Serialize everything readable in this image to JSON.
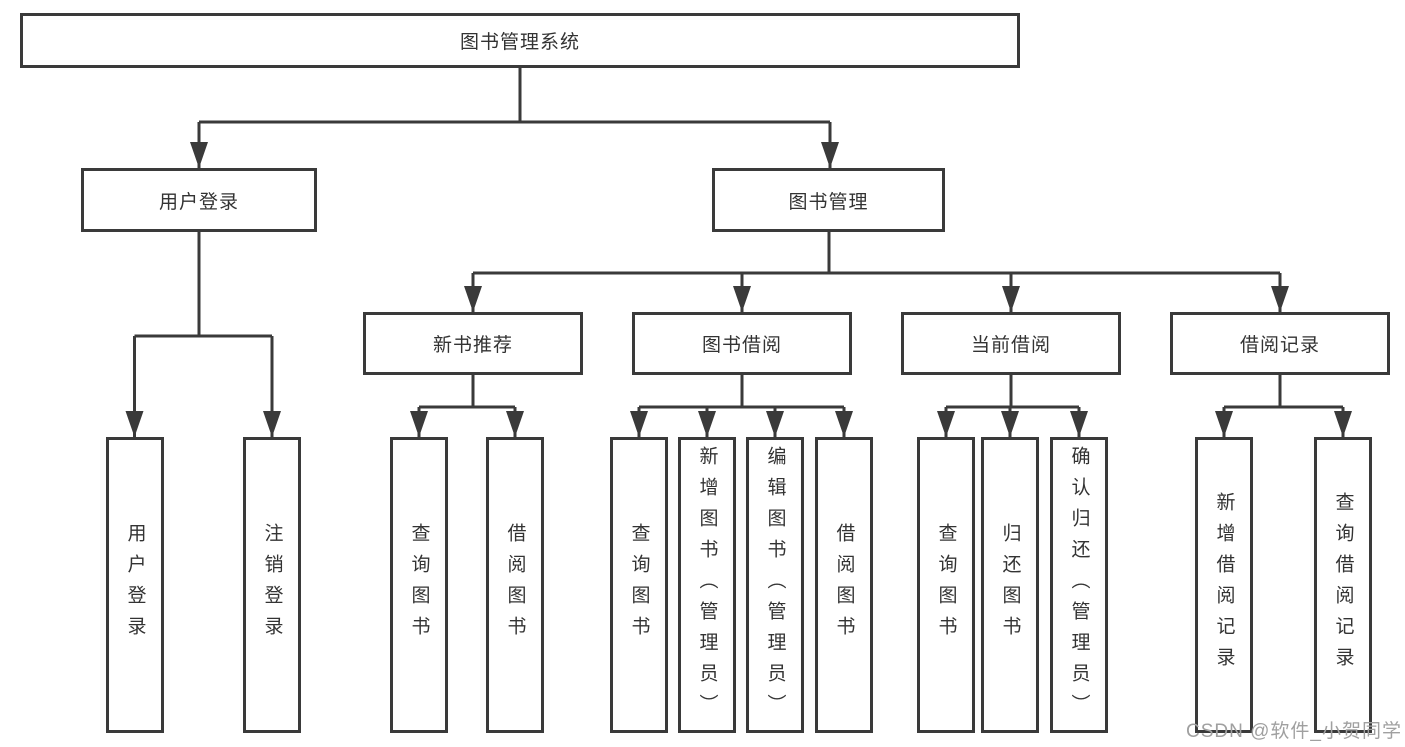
{
  "diagram": {
    "title": "图书管理系统",
    "branches": [
      {
        "label": "用户登录",
        "children": [
          {
            "label": "用户登录"
          },
          {
            "label": "注销登录"
          }
        ]
      },
      {
        "label": "图书管理",
        "children": [
          {
            "label": "新书推荐",
            "children": [
              {
                "label": "查询图书"
              },
              {
                "label": "借阅图书"
              }
            ]
          },
          {
            "label": "图书借阅",
            "children": [
              {
                "label": "查询图书"
              },
              {
                "label": "新增图书（管理员）"
              },
              {
                "label": "编辑图书（管理员）"
              },
              {
                "label": "借阅图书"
              }
            ]
          },
          {
            "label": "当前借阅",
            "children": [
              {
                "label": "查询图书"
              },
              {
                "label": "归还图书"
              },
              {
                "label": "确认归还（管理员）"
              }
            ]
          },
          {
            "label": "借阅记录",
            "children": [
              {
                "label": "新增借阅记录"
              },
              {
                "label": "查询借阅记录"
              }
            ]
          }
        ]
      }
    ]
  },
  "watermark": "CSDN @软件_小贺同学",
  "colors": {
    "line": "#3a3a3a",
    "text": "#333333",
    "watermark": "#a0a0a0",
    "background": "#ffffff"
  }
}
